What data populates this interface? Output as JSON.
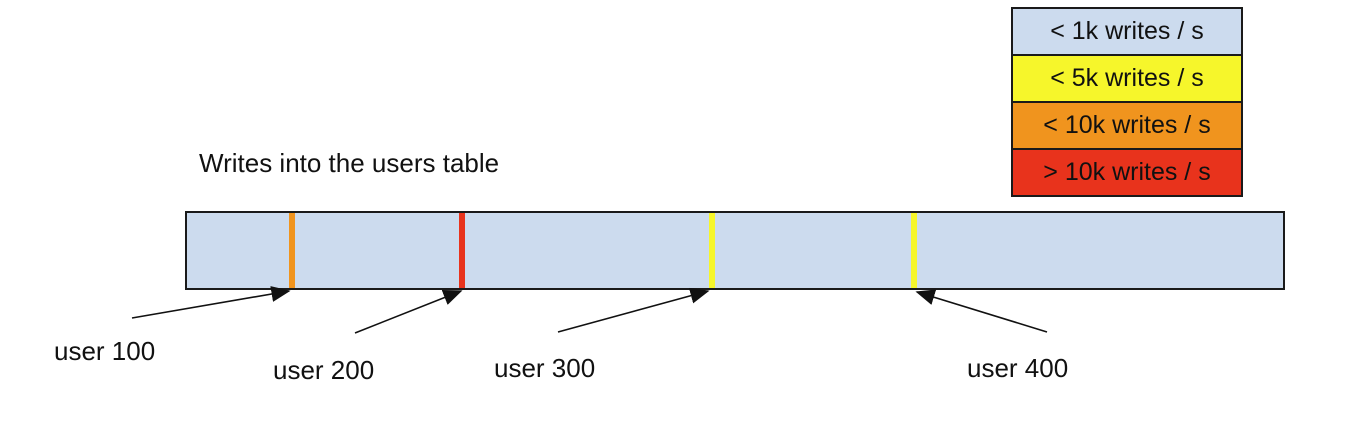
{
  "title": "Writes into the users table",
  "legend": {
    "items": [
      {
        "label": "< 1k writes / s",
        "color": "#ccdbee"
      },
      {
        "label": "< 5k writes / s",
        "color": "#f6f62b"
      },
      {
        "label": "< 10k writes / s",
        "color": "#f0941e"
      },
      {
        "label": "> 10k writes / s",
        "color": "#e8331c"
      }
    ]
  },
  "bar": {
    "fill": "#ccdbee",
    "ticks": [
      {
        "label": "user 100",
        "write_rate": "< 10k writes / s",
        "color": "#f0941e"
      },
      {
        "label": "user 200",
        "write_rate": "> 10k writes / s",
        "color": "#e8331c"
      },
      {
        "label": "user 300",
        "write_rate": "< 5k writes / s",
        "color": "#f6f62b"
      },
      {
        "label": "user 400",
        "write_rate": "< 5k writes / s",
        "color": "#f6f62b"
      }
    ]
  }
}
